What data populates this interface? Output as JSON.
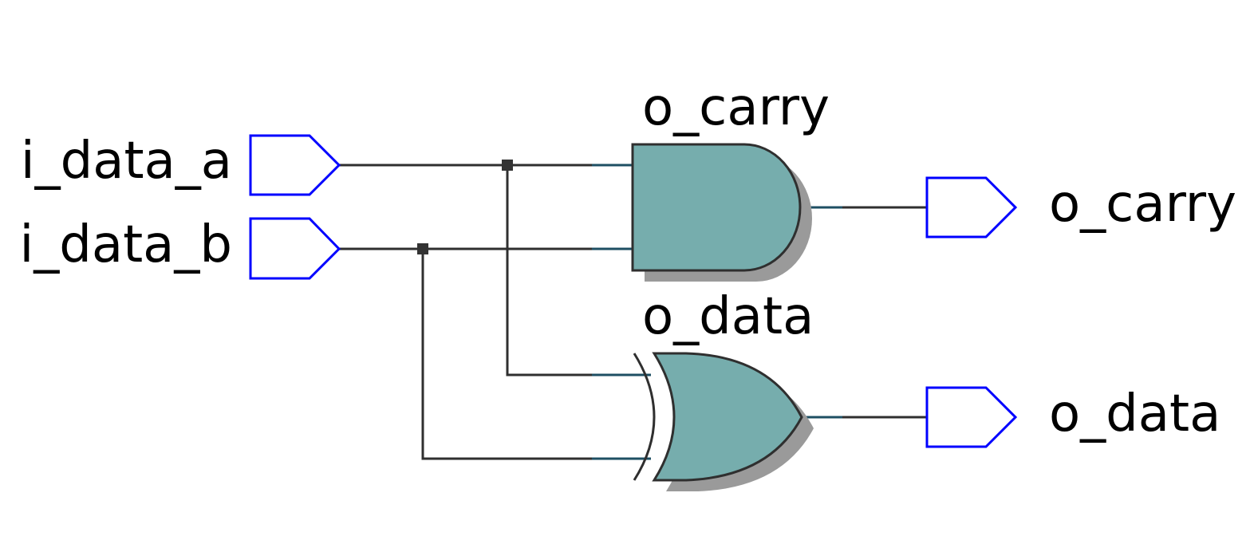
{
  "inputs": {
    "a": {
      "name": "i_data_a"
    },
    "b": {
      "name": "i_data_b"
    }
  },
  "outputs": {
    "carry": {
      "name": "o_carry"
    },
    "data": {
      "name": "o_data"
    }
  },
  "gates": {
    "and_gate": {
      "type": "and-gate-icon",
      "label": "o_carry"
    },
    "xor_gate": {
      "type": "xor-gate-icon",
      "label": "o_data"
    }
  },
  "colors": {
    "port_outline": "#0000ff",
    "gate_fill": "#76adad",
    "gate_shadow": "#9a9a9a",
    "wire": "#2f2f2f",
    "wire_stub": "#1e4f63",
    "junction": "#333333"
  }
}
